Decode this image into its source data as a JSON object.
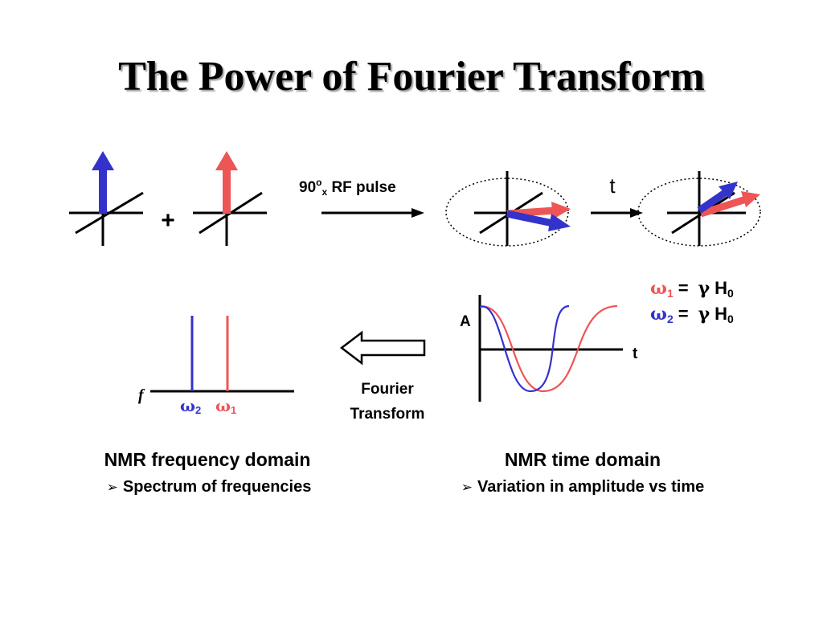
{
  "title": "The Power of Fourier Transform",
  "colors": {
    "red": "#ee5555",
    "blue": "#3333cc",
    "black": "#000000"
  },
  "top_row": {
    "plus": "+",
    "pulse": {
      "main": "90",
      "sup": "o",
      "sub": "x",
      "rest": " RF pulse"
    },
    "time_label": "t"
  },
  "equations": [
    {
      "omega": "ω",
      "sub": "1",
      "eq": "=",
      "gamma": "γ",
      "h": "H",
      "hsub": "0"
    },
    {
      "omega": "ω",
      "sub": "2",
      "eq": "=",
      "gamma": "γ",
      "h": "H",
      "hsub": "0"
    }
  ],
  "time_plot": {
    "ylabel": "A",
    "xlabel": "t"
  },
  "freq_plot": {
    "axis_label": "f",
    "peaks": [
      {
        "omega": "ω",
        "sub": "2"
      },
      {
        "omega": "ω",
        "sub": "1"
      }
    ]
  },
  "ft_label": {
    "line1": "Fourier",
    "line2": "Transform"
  },
  "captions": {
    "freq_title": "NMR frequency domain",
    "freq_bullet": "Spectrum of frequencies",
    "time_title": "NMR time domain",
    "time_bullet": "Variation in amplitude vs time",
    "bullet_glyph": "➢"
  }
}
